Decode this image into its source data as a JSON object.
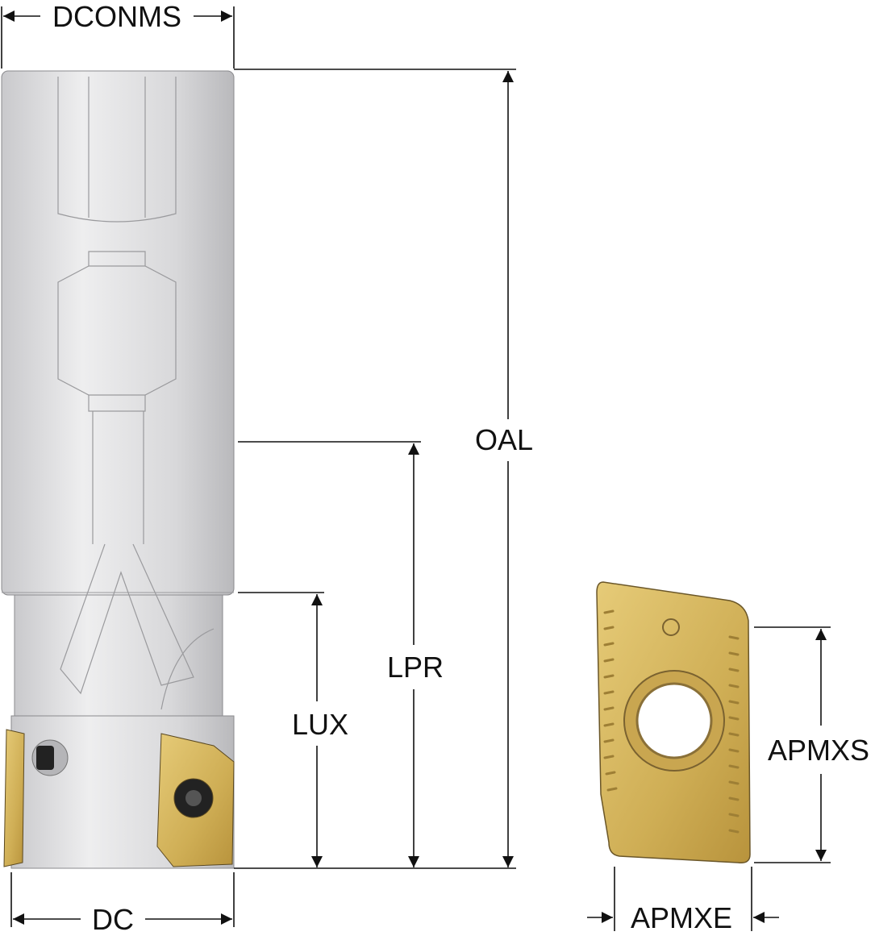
{
  "labels": {
    "dconms": "DCONMS",
    "oal": "OAL",
    "lpr": "LPR",
    "lux": "LUX",
    "dc": "DC",
    "apmxs": "APMXS",
    "apmxe": "APMXE"
  },
  "colors": {
    "body": "#d9d9db",
    "insert": "#d4b55c",
    "line": "#111111"
  }
}
